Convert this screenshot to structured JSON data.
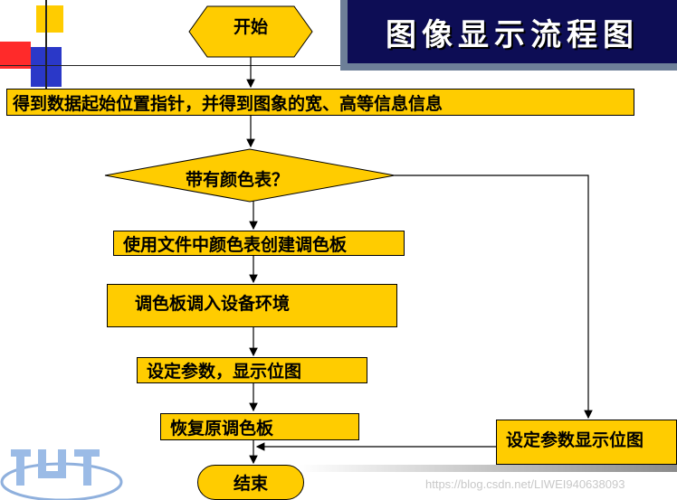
{
  "title": "图像显示流程图",
  "nodes": {
    "start": "开始",
    "get_info": "得到数据起始位置指针，并得到图象的宽、高等信息信息",
    "decision": "带有颜色表？",
    "create_palette": "使用文件中颜色表创建调色板",
    "load_palette": "调色板调入设备环境",
    "set_params_a": "设定参数，显示位图",
    "restore_palette": "恢复原调色板",
    "set_params_b": "设定参数显示位图",
    "end": "结束"
  },
  "watermark": "https://blog.csdn.net/LIWEI940638093",
  "colors": {
    "node_fill": "#ffcc00",
    "banner": "#0d0d55",
    "accent_red": "#ff2020",
    "accent_blue": "#2a38c8",
    "accent_yellow": "#ffcc00"
  }
}
